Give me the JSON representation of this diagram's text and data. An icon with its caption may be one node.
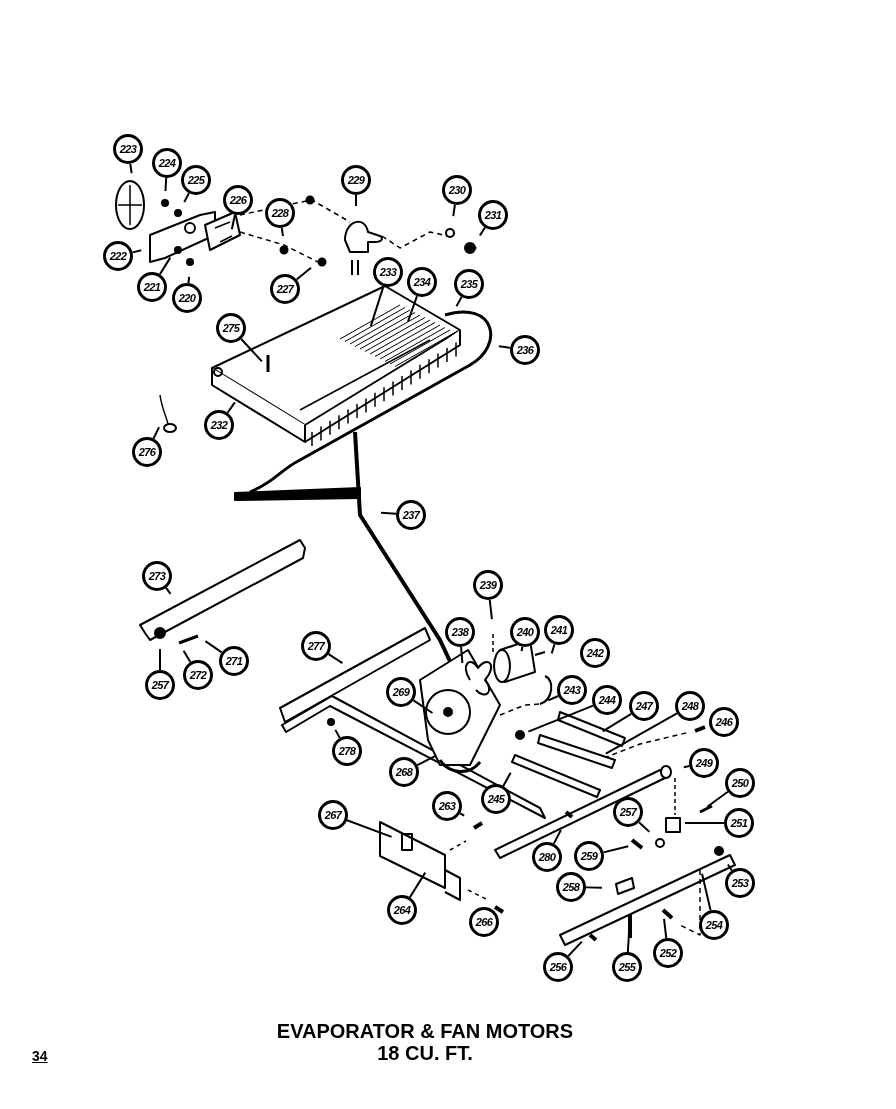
{
  "diagram": {
    "title": "EVAPORATOR & FAN MOTORS 18 CU. FT.",
    "nodes": [
      {
        "text": [
          "223"
        ]
      },
      {
        "text": [
          "224"
        ]
      },
      {
        "text": [
          "225"
        ]
      },
      {
        "text": [
          "226"
        ]
      },
      {
        "text": [
          "229"
        ]
      },
      {
        "text": [
          "230"
        ]
      },
      {
        "text": [
          "228"
        ]
      },
      {
        "text": [
          "231"
        ]
      },
      {
        "text": [
          "222"
        ]
      },
      {
        "text": [
          "221"
        ]
      },
      {
        "text": [
          "220"
        ]
      },
      {
        "text": [
          "227"
        ]
      },
      {
        "text": [
          "233"
        ]
      },
      {
        "text": [
          "234"
        ]
      },
      {
        "text": [
          "235"
        ]
      },
      {
        "text": [
          "275"
        ]
      },
      {
        "text": [
          "236"
        ]
      },
      {
        "text": [
          "232"
        ]
      },
      {
        "text": [
          "276"
        ]
      },
      {
        "text": [
          "237"
        ]
      },
      {
        "text": [
          "273"
        ]
      },
      {
        "text": [
          "239"
        ]
      },
      {
        "text": [
          "238"
        ]
      },
      {
        "text": [
          "240"
        ]
      },
      {
        "text": [
          "241"
        ]
      },
      {
        "text": [
          "277"
        ]
      },
      {
        "text": [
          "242"
        ]
      },
      {
        "text": [
          "271"
        ]
      },
      {
        "text": [
          "272"
        ]
      },
      {
        "text": [
          "257"
        ]
      },
      {
        "text": [
          "243"
        ]
      },
      {
        "text": [
          "269"
        ]
      },
      {
        "text": [
          "244"
        ]
      },
      {
        "text": [
          "247"
        ]
      },
      {
        "text": [
          "248"
        ]
      },
      {
        "text": [
          "246"
        ]
      },
      {
        "text": [
          "278"
        ]
      },
      {
        "text": [
          "249"
        ]
      },
      {
        "text": [
          "268"
        ]
      },
      {
        "text": [
          "250"
        ]
      },
      {
        "text": [
          "245"
        ]
      },
      {
        "text": [
          "263"
        ]
      },
      {
        "text": [
          "257"
        ]
      },
      {
        "text": [
          "267"
        ]
      },
      {
        "text": [
          "251"
        ]
      },
      {
        "text": [
          "280"
        ]
      },
      {
        "text": [
          "259"
        ]
      },
      {
        "text": [
          "253"
        ]
      },
      {
        "text": [
          "258"
        ]
      },
      {
        "text": [
          "264"
        ]
      },
      {
        "text": [
          "266"
        ]
      },
      {
        "text": [
          "254"
        ]
      },
      {
        "text": [
          "252"
        ]
      },
      {
        "text": [
          "256"
        ]
      },
      {
        "text": [
          "255"
        ]
      }
    ],
    "edges": [
      {
        "from": 0,
        "to": null,
        "arrow": "none"
      },
      {
        "from": 1,
        "to": null,
        "arrow": "none"
      },
      {
        "from": 2,
        "to": null,
        "arrow": "none"
      },
      {
        "from": 3,
        "to": null,
        "arrow": "none"
      },
      {
        "from": 4,
        "to": null,
        "arrow": "none"
      },
      {
        "from": 5,
        "to": null,
        "arrow": "none"
      },
      {
        "from": 6,
        "to": null,
        "arrow": "none"
      },
      {
        "from": 7,
        "to": null,
        "arrow": "none"
      },
      {
        "from": 8,
        "to": null,
        "arrow": "none"
      },
      {
        "from": 9,
        "to": null,
        "arrow": "none"
      },
      {
        "from": 10,
        "to": null,
        "arrow": "none"
      },
      {
        "from": 11,
        "to": null,
        "arrow": "none"
      },
      {
        "from": 12,
        "to": null,
        "arrow": "none"
      },
      {
        "from": 13,
        "to": null,
        "arrow": "none"
      },
      {
        "from": 14,
        "to": null,
        "arrow": "none"
      },
      {
        "from": 15,
        "to": null,
        "arrow": "none"
      },
      {
        "from": 16,
        "to": null,
        "arrow": "none"
      },
      {
        "from": 17,
        "to": null,
        "arrow": "none"
      },
      {
        "from": 18,
        "to": null,
        "arrow": "none"
      },
      {
        "from": 19,
        "to": null,
        "arrow": "none"
      },
      {
        "from": 20,
        "to": null,
        "arrow": "none"
      },
      {
        "from": 21,
        "to": null,
        "arrow": "none"
      },
      {
        "from": 22,
        "to": null,
        "arrow": "none"
      },
      {
        "from": 23,
        "to": null,
        "arrow": "none"
      },
      {
        "from": 24,
        "to": null,
        "arrow": "none"
      },
      {
        "from": 25,
        "to": null,
        "arrow": "none"
      },
      {
        "from": 26,
        "to": null,
        "arrow": "none"
      },
      {
        "from": 27,
        "to": null,
        "arrow": "none"
      },
      {
        "from": 28,
        "to": null,
        "arrow": "none"
      },
      {
        "from": 29,
        "to": null,
        "arrow": "none"
      },
      {
        "from": 30,
        "to": null,
        "arrow": "none"
      },
      {
        "from": 31,
        "to": null,
        "arrow": "none"
      },
      {
        "from": 32,
        "to": null,
        "arrow": "none"
      },
      {
        "from": 33,
        "to": null,
        "arrow": "none"
      },
      {
        "from": 34,
        "to": null,
        "arrow": "none"
      },
      {
        "from": 35,
        "to": null,
        "arrow": "none"
      },
      {
        "from": 36,
        "to": null,
        "arrow": "none"
      },
      {
        "from": 37,
        "to": null,
        "arrow": "none"
      },
      {
        "from": 38,
        "to": null,
        "arrow": "none"
      },
      {
        "from": 39,
        "to": null,
        "arrow": "none"
      },
      {
        "from": 40,
        "to": null,
        "arrow": "none"
      },
      {
        "from": 41,
        "to": null,
        "arrow": "none"
      },
      {
        "from": 42,
        "to": null,
        "arrow": "none"
      },
      {
        "from": 43,
        "to": null,
        "arrow": "none"
      },
      {
        "from": 44,
        "to": null,
        "arrow": "none"
      },
      {
        "from": 45,
        "to": null,
        "arrow": "none"
      },
      {
        "from": 46,
        "to": null,
        "arrow": "none"
      },
      {
        "from": 47,
        "to": null,
        "arrow": "none"
      },
      {
        "from": 48,
        "to": null,
        "arrow": "none"
      },
      {
        "from": 49,
        "to": null,
        "arrow": "none"
      },
      {
        "from": 50,
        "to": null,
        "arrow": "none"
      },
      {
        "from": 51,
        "to": null,
        "arrow": "none"
      },
      {
        "from": 52,
        "to": null,
        "arrow": "none"
      },
      {
        "from": 53,
        "to": null,
        "arrow": "none"
      },
      {
        "from": 54,
        "to": null,
        "arrow": "none"
      }
    ],
    "labels": [
      "34"
    ]
  }
}
